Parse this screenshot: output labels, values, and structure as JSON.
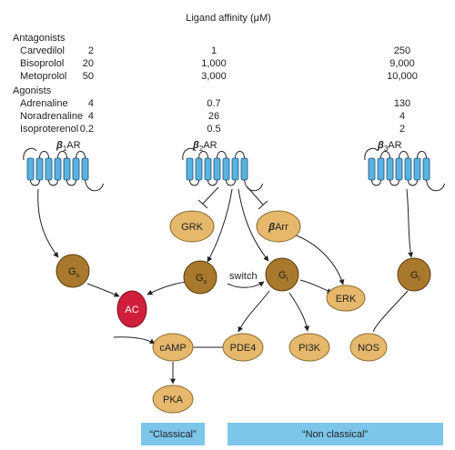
{
  "table": {
    "title": "Ligand affinity (μM)",
    "groups": [
      {
        "name": "Antagonists",
        "rows": [
          {
            "label": "Carvedilol",
            "b1": "2",
            "b2": "1",
            "b3": "250"
          },
          {
            "label": "Bisoprolol",
            "b1": "20",
            "b2": "1,000",
            "b3": "9,000"
          },
          {
            "label": "Metoprolol",
            "b1": "50",
            "b2": "3,000",
            "b3": "10,000"
          }
        ]
      },
      {
        "name": "Agonists",
        "rows": [
          {
            "label": "Adrenaline",
            "b1": "4",
            "b2": "0.7",
            "b3": "130"
          },
          {
            "label": "Noradrenaline",
            "b1": "4",
            "b2": "26",
            "b3": "4"
          },
          {
            "label": "Isoproterenol",
            "b1": "0.2",
            "b2": "0.5",
            "b3": "2"
          }
        ]
      }
    ]
  },
  "receptors": {
    "b1": {
      "greek": "β",
      "sub": "1",
      "suffix": "AR"
    },
    "b2": {
      "greek": "β",
      "sub": "2",
      "suffix": "AR"
    },
    "b3": {
      "greek": "β",
      "sub": "3",
      "suffix": "AR"
    }
  },
  "nodes": {
    "gs_left": {
      "base": "G",
      "sub": "s"
    },
    "ac": "AC",
    "grk": "GRK",
    "barr": {
      "greek": "β",
      "rest": "Arr"
    },
    "gs_mid": {
      "base": "G",
      "sub": "s"
    },
    "gi_mid": {
      "base": "G",
      "sub": "i"
    },
    "erk": "ERK",
    "gi_right": {
      "base": "G",
      "sub": "i"
    },
    "camp": "cAMP",
    "pde4": "PDE4",
    "pi3k": "PI3K",
    "nos": "NOS",
    "pka": "PKA"
  },
  "switch_label": "switch",
  "boxes": {
    "classical": "“Classical”",
    "non_classical": "“Non classical”"
  },
  "colors": {
    "receptor_fill": "#5ab2e0",
    "dark_node": "#a8792c",
    "light_node": "#e5b86b",
    "ac_node": "#d01f3c",
    "box_fill": "#7cc6ea"
  }
}
